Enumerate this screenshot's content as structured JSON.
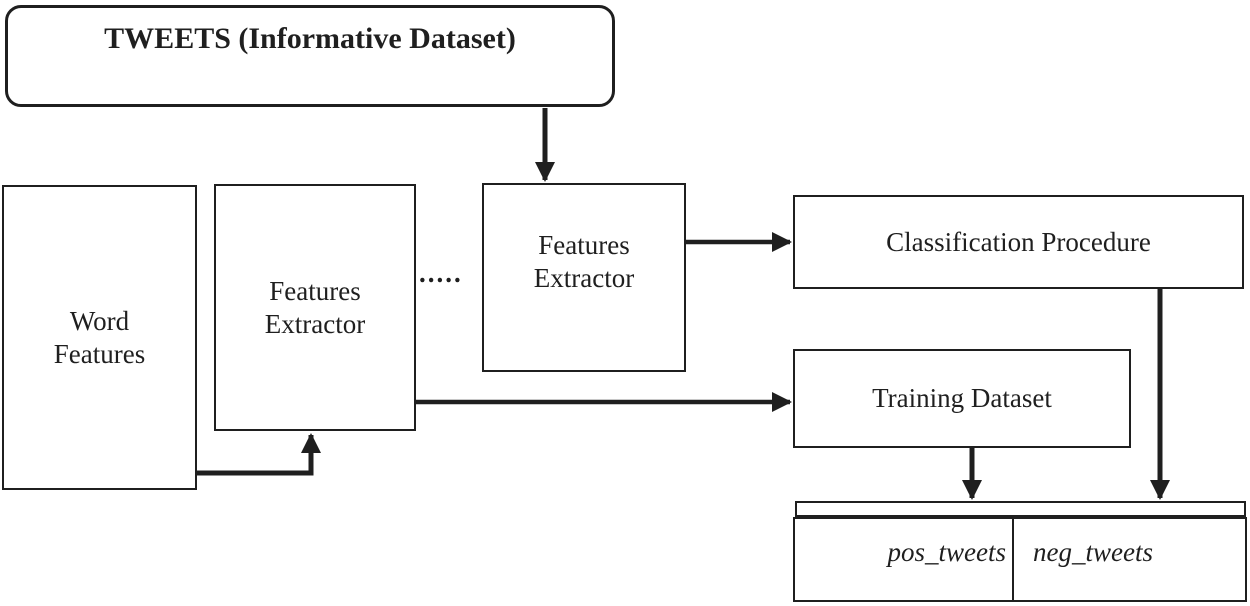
{
  "diagram": {
    "colors": {
      "ink": "#1f1f1f",
      "background": "#ffffff"
    },
    "nodes": {
      "tweets": {
        "label": "TWEETS (Informative Dataset)"
      },
      "word_features": {
        "line1": "Word",
        "line2": "Features"
      },
      "features_extractor_left": {
        "line1": "Features",
        "line2": "Extractor"
      },
      "ellipsis": {
        "label": "....."
      },
      "features_extractor_right": {
        "line1": "Features",
        "line2": "Extractor"
      },
      "classification_procedure": {
        "label": "Classification Procedure"
      },
      "training_dataset": {
        "label": "Training Dataset"
      },
      "results_table": {
        "cells": [
          {
            "label": "pos_tweets"
          },
          {
            "label": "neg_tweets"
          }
        ]
      }
    },
    "edges": [
      {
        "from": "tweets",
        "to": "features_extractor_right",
        "style": "arrow-down"
      },
      {
        "from": "word_features",
        "to": "features_extractor_left",
        "style": "elbow-arrow-up"
      },
      {
        "from": "features_extractor_right",
        "to": "classification_procedure",
        "style": "arrow-right"
      },
      {
        "from": "features_extractor_left",
        "to": "training_dataset",
        "style": "arrow-right"
      },
      {
        "from": "classification_procedure",
        "to": "results_table",
        "style": "arrow-down"
      },
      {
        "from": "training_dataset",
        "to": "results_table",
        "style": "arrow-down"
      }
    ]
  }
}
